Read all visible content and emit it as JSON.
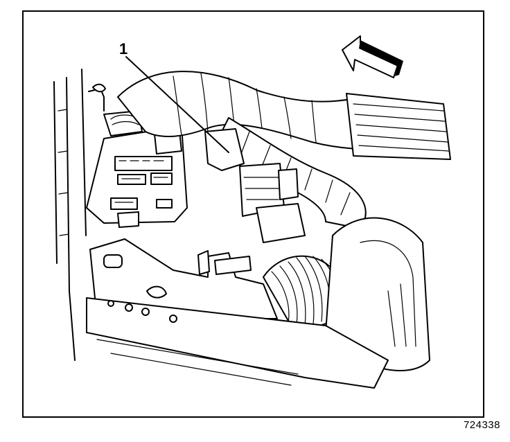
{
  "diagram": {
    "callouts": [
      {
        "label": "1",
        "target": "wiring-harness-connector"
      }
    ],
    "figure_number": "724338",
    "arrow_icon": "front-direction-arrow-icon",
    "components": [
      "fuse-block",
      "wiring-harness",
      "connector",
      "corrugated-conduit",
      "mounting-bracket"
    ]
  }
}
